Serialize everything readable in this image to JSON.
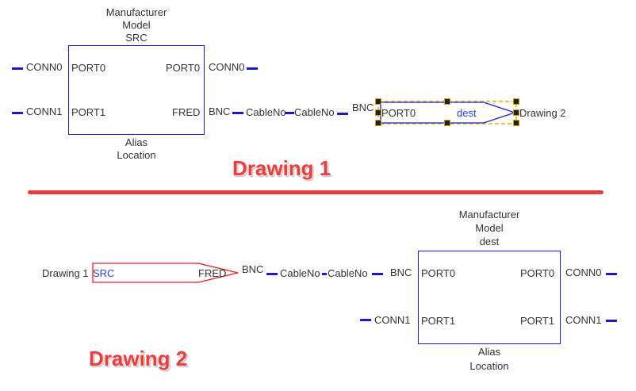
{
  "drawing1": {
    "title": "Drawing 1",
    "device": {
      "header_lines": [
        "Manufacturer",
        "Model",
        "SRC"
      ],
      "footer_lines": [
        "Alias",
        "Location"
      ],
      "ports_left": [
        "PORT0",
        "PORT1"
      ],
      "ports_right": [
        "PORT0",
        "FRED"
      ],
      "conn_left": [
        "CONN0",
        "CONN1"
      ],
      "conn_right_top": "CONN0",
      "conn_right_bottom": "BNC"
    },
    "cable": {
      "a": "CableNo",
      "b": "CableNo"
    },
    "offpage": {
      "bnc_label": "BNC",
      "port_label": "PORT0",
      "name": "dest",
      "target": "Drawing 2"
    }
  },
  "drawing2": {
    "title": "Drawing 2",
    "offpage": {
      "target": "Drawing 1",
      "name": "SRC",
      "port_label": "FRED",
      "bnc_label": "BNC"
    },
    "cable": {
      "a": "CableNo",
      "b": "CableNo"
    },
    "device": {
      "header_lines": [
        "Manufacturer",
        "Model",
        "dest"
      ],
      "footer_lines": [
        "Alias",
        "Location"
      ],
      "ports_left": [
        "PORT0",
        "PORT1"
      ],
      "ports_right": [
        "PORT0",
        "PORT1"
      ],
      "conn_left_top": "BNC",
      "conn_left_bottom": "CONN1",
      "conn_right": [
        "CONN0",
        "CONN1"
      ]
    }
  },
  "colors": {
    "wire": "#1a1acc",
    "device_border": "#1a1ad8",
    "offpage_blue": "#1a1ad8",
    "offpage_red": "#e02020",
    "selection": "#f0b400",
    "title_red": "#ee3b3b"
  }
}
